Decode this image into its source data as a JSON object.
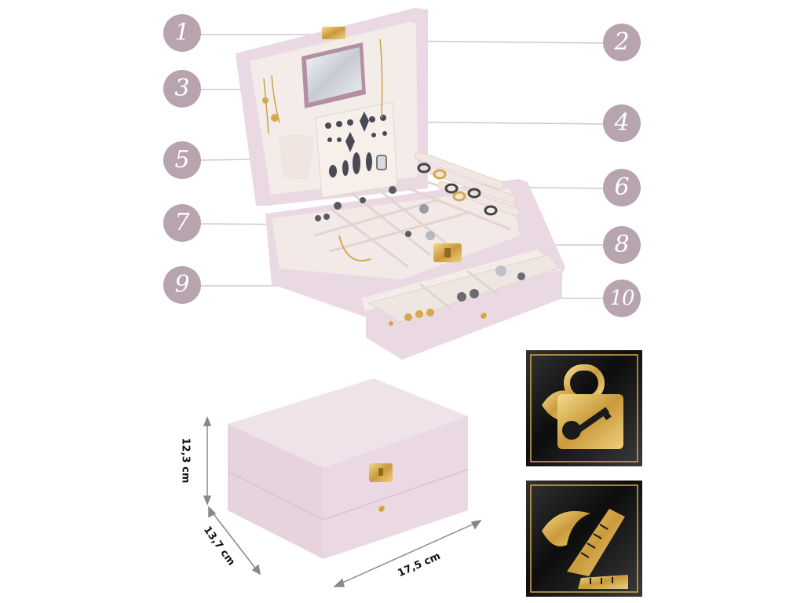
{
  "callouts": [
    "1",
    "2",
    "3",
    "4",
    "5",
    "6",
    "7",
    "8",
    "9",
    "10"
  ],
  "dimensions": {
    "height": "12,3 cm",
    "depth": "13,7 cm",
    "width": "17,5 cm"
  },
  "icons": [
    "lock-key-icon",
    "measuring-ruler-icon"
  ],
  "colors": {
    "callout": "#b7a4ae",
    "box_pink": "#ead9e3",
    "velvet": "#f4ece8",
    "gold": "#d4a94a",
    "badge": "#111111"
  }
}
